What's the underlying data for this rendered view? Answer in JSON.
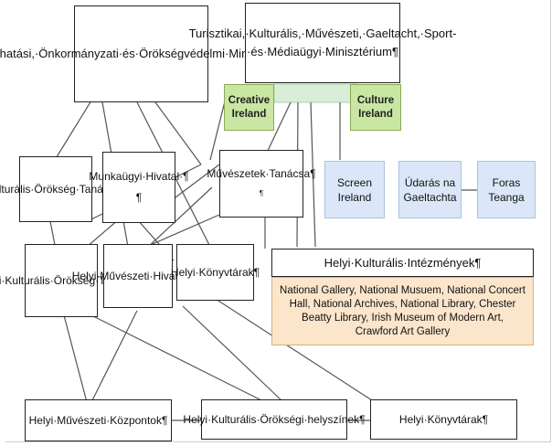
{
  "nodes": {
    "lakhatasi": "Lakhatási,·Önkormányzati·és·Örökségvédelmi·Minisztérium¶",
    "turisztikai": "Turisztikai,·Kulturális,·Művészeti,·Gaeltacht,·Sport-·és·Médiaügyi·Minisztérium¶",
    "creative_ireland": "Creative Ireland",
    "culture_ireland": "Culture Ireland",
    "kulturalis_orokseg_tanacsa": "Kulturális·Örökség·Tanácsa¶",
    "munkaugyi_hivatal": "Munkaügyi·Hivatal·¶",
    "munkaugyi_extra": "¶",
    "muveszetek_tanacsa": "Művészetek·Tanácsa¶",
    "muveszetek_extra": "¶",
    "screen_ireland": "Screen Ireland",
    "udaras": "Údarás na Gaeltachta",
    "foras_teanga": "Foras Teanga",
    "helyi_kult_orokseg_tanacsa": "Helyi·Kulturális·Örökség·Tanácsa¶",
    "helyi_muveszeti_hivatalok": "Helyi·Művészeti·Hivatalok¶",
    "helyi_konyvtarak": "Helyi·Könyvtárak¶",
    "helyi_kulturalis_intezmenyek": "Helyi·Kulturális·Intézmények¶",
    "institutions_list": "National Gallery, National Musuem, National Concert Hall, National Archives, National Library, Chester Beatty Library, Irish Museum of Modern Art, Crawford Art Gallery",
    "helyi_muveszeti_kozpontok": "Helyi·Művészeti·Központok¶",
    "helyi_kult_orokseg_helyszinek": "Helyi·Kulturális·Örökségi·helyszínek¶",
    "helyi_konyvtarak_bottom": "Helyi·Könyvtárak¶"
  },
  "colors": {
    "green_fill": "#c9e6a3",
    "blue_fill": "#dbe7f8",
    "orange_fill": "#fbe6cc",
    "edge": "#555555"
  }
}
